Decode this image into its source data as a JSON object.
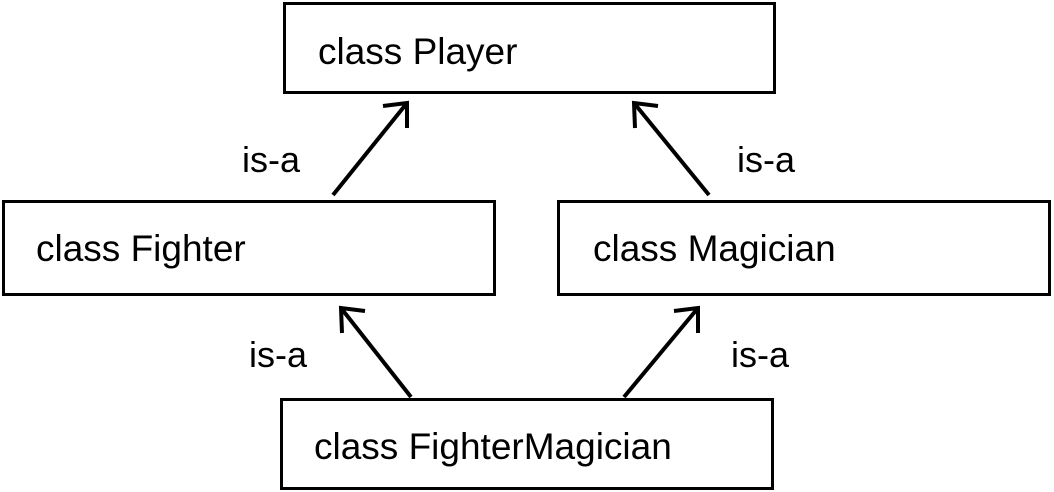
{
  "classes": {
    "player": "class Player",
    "fighter": "class Fighter",
    "magician": "class Magician",
    "fighter_magician": "class FighterMagician"
  },
  "relations": {
    "fighter_player": "is-a",
    "magician_player": "is-a",
    "fm_fighter": "is-a",
    "fm_magician": "is-a"
  }
}
